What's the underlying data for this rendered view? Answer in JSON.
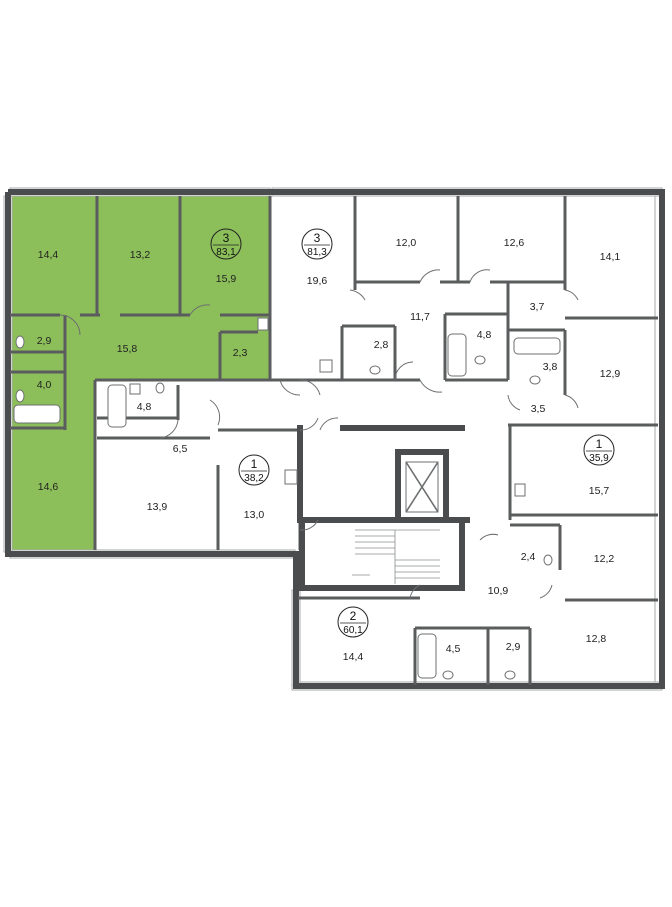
{
  "colors": {
    "highlight_fill": "#8cbf5a",
    "wall": "#5a5c5e",
    "background": "#ffffff"
  },
  "apartments": [
    {
      "id": "apt-west-3",
      "rooms_count": "3",
      "total_area": "83,1",
      "highlighted": true
    },
    {
      "id": "apt-north-3",
      "rooms_count": "3",
      "total_area": "81,3",
      "highlighted": false
    },
    {
      "id": "apt-east-1",
      "rooms_count": "1",
      "total_area": "35,9",
      "highlighted": false
    },
    {
      "id": "apt-center-1",
      "rooms_count": "1",
      "total_area": "38,2",
      "highlighted": false
    },
    {
      "id": "apt-south-2",
      "rooms_count": "2",
      "total_area": "60,1",
      "highlighted": false
    }
  ],
  "rooms": [
    {
      "area": "14,4"
    },
    {
      "area": "13,2"
    },
    {
      "area": "15,9"
    },
    {
      "area": "2,9"
    },
    {
      "area": "15,8"
    },
    {
      "area": "4,0"
    },
    {
      "area": "2,3"
    },
    {
      "area": "14,6"
    },
    {
      "area": "19,6"
    },
    {
      "area": "12,0"
    },
    {
      "area": "12,6"
    },
    {
      "area": "14,1"
    },
    {
      "area": "11,7"
    },
    {
      "area": "2,8"
    },
    {
      "area": "4,8"
    },
    {
      "area": "3,7"
    },
    {
      "area": "3,8"
    },
    {
      "area": "12,9"
    },
    {
      "area": "3,5"
    },
    {
      "area": "4,8"
    },
    {
      "area": "6,5"
    },
    {
      "area": "13,9"
    },
    {
      "area": "13,0"
    },
    {
      "area": "15,7"
    },
    {
      "area": "2,4"
    },
    {
      "area": "12,2"
    },
    {
      "area": "10,9"
    },
    {
      "area": "14,4"
    },
    {
      "area": "4,5"
    },
    {
      "area": "2,9"
    },
    {
      "area": "12,8"
    }
  ]
}
